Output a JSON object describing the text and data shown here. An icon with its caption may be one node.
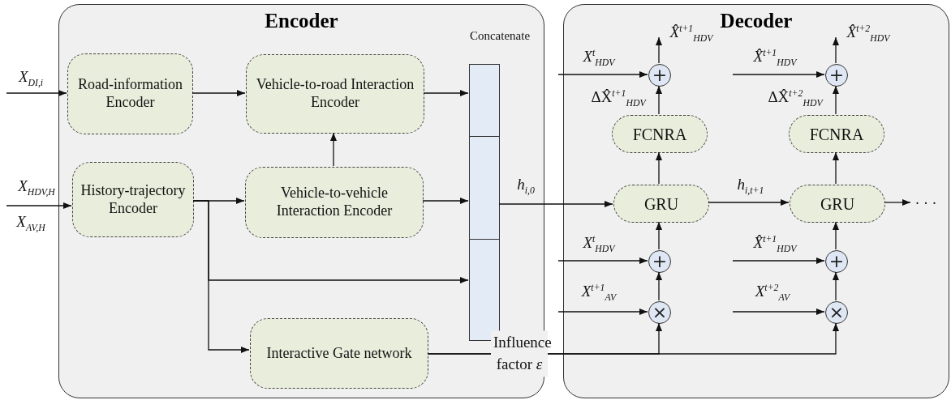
{
  "diagram": {
    "nodes": [
      {
        "text": [
          "Encoder"
        ]
      },
      {
        "text": [
          "Road-information Encoder"
        ],
        "in": 0
      },
      {
        "text": [
          "Vehicle-to-road Interaction Encoder"
        ],
        "in": 0
      },
      {
        "text": [
          "History-trajectory Encoder"
        ],
        "in": 0
      },
      {
        "text": [
          "Vehicle-to-vehicle Interaction Encoder"
        ],
        "in": 0
      },
      {
        "text": [
          "Interactive Gate network"
        ],
        "in": 0
      },
      {
        "text": [
          "Concatenate"
        ],
        "in": 0
      },
      {
        "text": [
          "Decoder"
        ]
      },
      {
        "text": [
          "+"
        ],
        "in": 7
      },
      {
        "text": [
          "FCNRA"
        ],
        "in": 7
      },
      {
        "text": [
          "GRU"
        ],
        "in": 7
      },
      {
        "text": [
          "+"
        ],
        "in": 7
      },
      {
        "text": [
          "×"
        ],
        "in": 7
      },
      {
        "text": [
          "+"
        ],
        "in": 7
      },
      {
        "text": [
          "FCNRA"
        ],
        "in": 7
      },
      {
        "text": [
          "GRU"
        ],
        "in": 7
      },
      {
        "text": [
          "+"
        ],
        "in": 7
      },
      {
        "text": [
          "×"
        ],
        "in": 7
      },
      {
        "text": [
          "· · ·"
        ],
        "in": 7
      }
    ],
    "edges": [
      {
        "from": null,
        "to": 1,
        "arrow": "to",
        "label": "*X*$_{DI,i}$"
      },
      {
        "from": null,
        "to": 3,
        "arrow": "to",
        "label": "*X*$_{HDV,H}$"
      },
      {
        "from": 1,
        "to": 2,
        "arrow": "to"
      },
      {
        "from": 4,
        "to": 2,
        "arrow": "to"
      },
      {
        "from": 3,
        "to": 4,
        "arrow": "to"
      },
      {
        "from": 3,
        "to": 6,
        "arrow": "to"
      },
      {
        "from": 3,
        "to": 5,
        "arrow": "to"
      },
      {
        "from": 2,
        "to": 6,
        "arrow": "to"
      },
      {
        "from": 4,
        "to": 6,
        "arrow": "to"
      },
      {
        "from": 6,
        "to": 10,
        "arrow": "to",
        "label": "*h*$_{i,0}$"
      },
      {
        "from": 5,
        "to": 12,
        "arrow": "to",
        "label": "Influence factor *ε*"
      },
      {
        "from": 5,
        "to": 17,
        "arrow": "to"
      },
      {
        "from": null,
        "to": 8,
        "arrow": "to",
        "label": "*X*$^{t}$$_{HDV}$"
      },
      {
        "from": 9,
        "to": 8,
        "arrow": "to",
        "label": "ΔX̂$^{t+1}$$_{HDV}$"
      },
      {
        "from": 8,
        "to": null,
        "arrow": "to",
        "label": "*X̂*$^{t+1}$$_{HDV}$"
      },
      {
        "from": 10,
        "to": 9,
        "arrow": "to"
      },
      {
        "from": 11,
        "to": 10,
        "arrow": "to"
      },
      {
        "from": 12,
        "to": 11,
        "arrow": "to"
      },
      {
        "from": null,
        "to": 11,
        "arrow": "to",
        "label": "*X*$^{t}$$_{HDV}$"
      },
      {
        "from": null,
        "to": 12,
        "arrow": "to",
        "label": "*X*$^{t+1}$$_{AV}$"
      },
      {
        "from": 10,
        "to": 15,
        "arrow": "to",
        "label": "*h*$_{i,t+1}$"
      },
      {
        "from": null,
        "to": 13,
        "arrow": "to",
        "label": "*X̂*$^{t+1}$$_{HDV}$"
      },
      {
        "from": 14,
        "to": 13,
        "arrow": "to",
        "label": "ΔX̂$^{t+2}$$_{HDV}$"
      },
      {
        "from": 13,
        "to": null,
        "arrow": "to",
        "label": "*X̂*$^{t+2}$$_{HDV}$"
      },
      {
        "from": 15,
        "to": 14,
        "arrow": "to"
      },
      {
        "from": 16,
        "to": 15,
        "arrow": "to"
      },
      {
        "from": 17,
        "to": 16,
        "arrow": "to"
      },
      {
        "from": null,
        "to": 16,
        "arrow": "to",
        "label": "*X̂*$^{t+1}$$_{HDV}$"
      },
      {
        "from": null,
        "to": 17,
        "arrow": "to",
        "label": "*X*$^{t+2}$$_{AV}$"
      },
      {
        "from": 15,
        "to": 18,
        "arrow": "to"
      }
    ],
    "labels": [
      "*X*$_{AV,H}$"
    ]
  }
}
